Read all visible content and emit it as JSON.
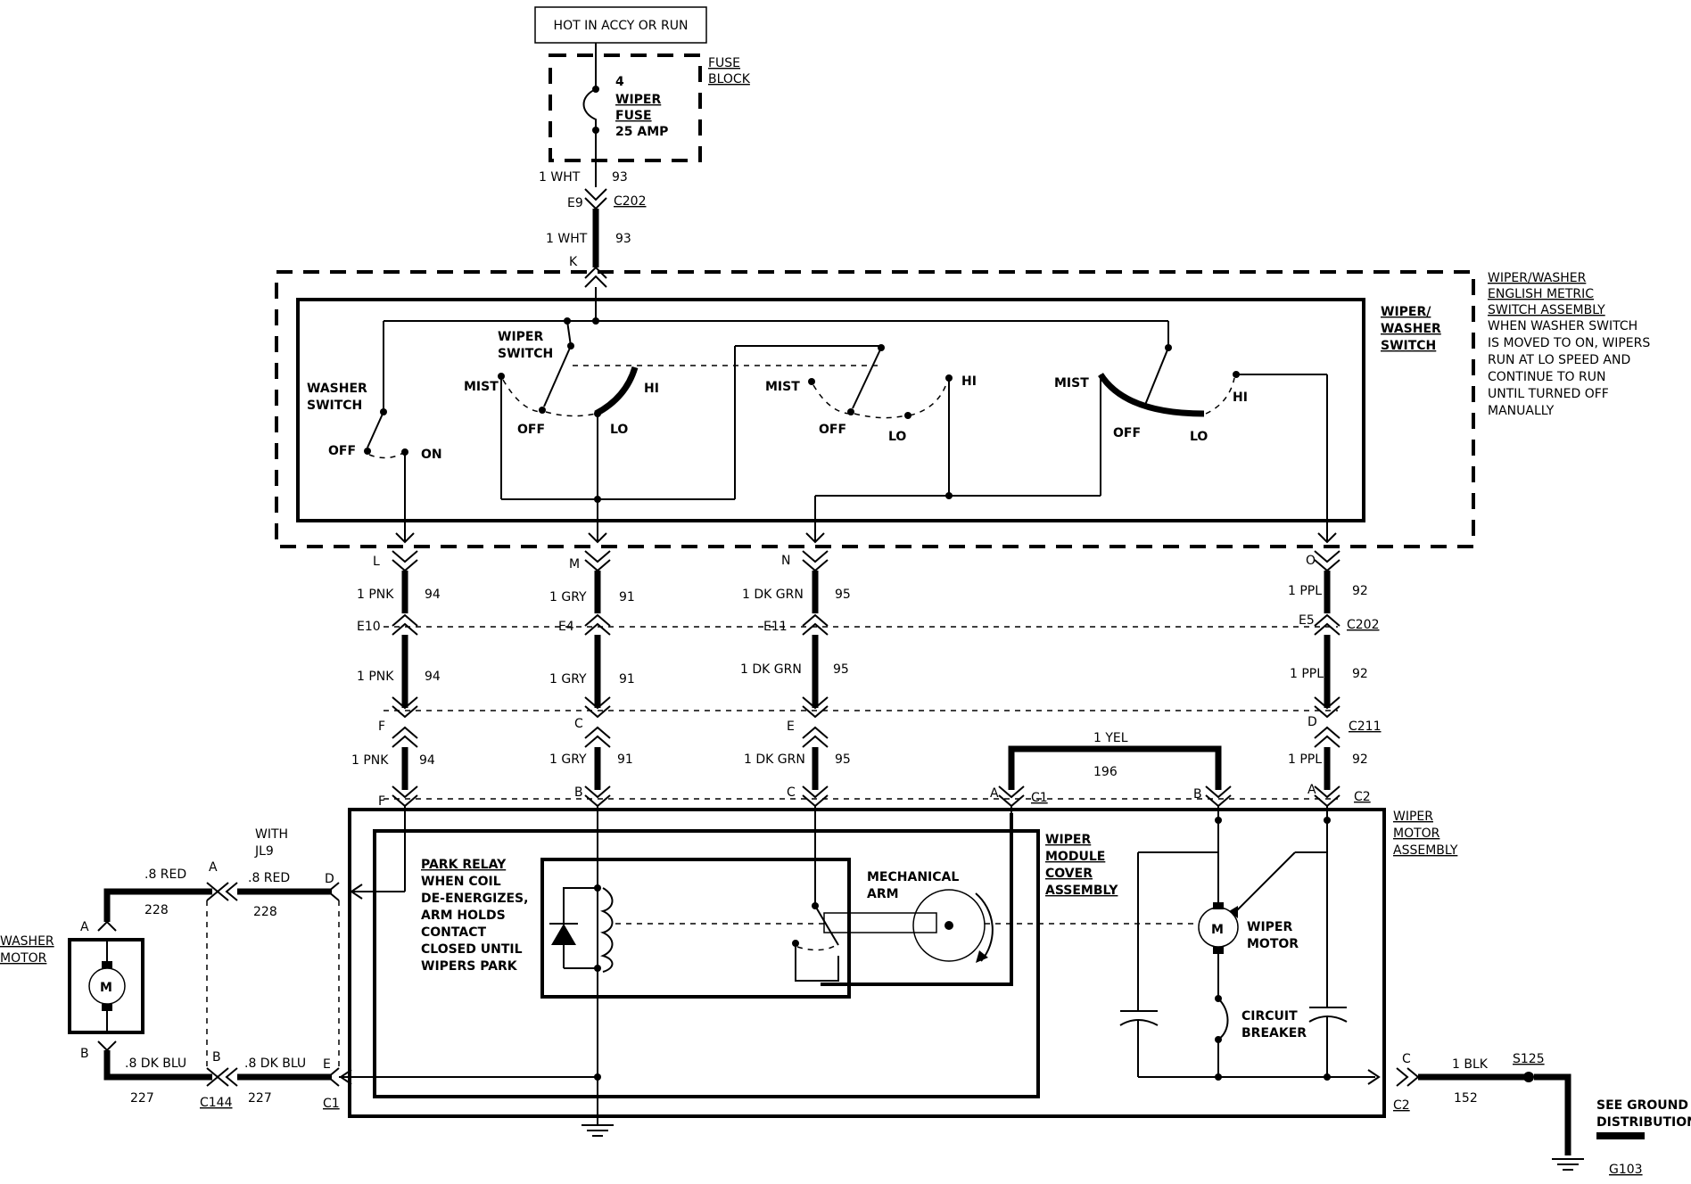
{
  "power_source": "HOT IN ACCY OR RUN",
  "fuse": {
    "number": "4",
    "line1": "WIPER",
    "line2": "FUSE",
    "rating": "25 AMP",
    "block_line1": "FUSE",
    "block_line2": "BLOCK"
  },
  "feed": {
    "wire": "1 WHT",
    "circuit": "93",
    "pin_c202": "E9",
    "connector": "C202",
    "pin_k": "K"
  },
  "switch_assembly": {
    "title_lines": [
      "WIPER/WASHER",
      "ENGLISH METRIC",
      "SWITCH ASSEMBLY"
    ],
    "note_lines": [
      "WHEN WASHER SWITCH",
      "IS MOVED TO ON, WIPERS",
      "RUN AT LO SPEED AND",
      "CONTINUE TO RUN",
      "UNTIL TURNED OFF",
      "MANUALLY"
    ],
    "inner_lines": [
      "WIPER/",
      "WASHER",
      "SWITCH"
    ],
    "washer_switch_lines": [
      "WASHER",
      "SWITCH"
    ],
    "wiper_switch_lines": [
      "WIPER",
      "SWITCH"
    ],
    "pos": {
      "off": "OFF",
      "on": "ON",
      "mist": "MIST",
      "hi": "HI",
      "lo": "LO"
    }
  },
  "circuits": [
    {
      "p1": "L",
      "p2": "E10",
      "p3": "F",
      "p4": "F",
      "wire": "1 PNK",
      "num": "94"
    },
    {
      "p1": "M",
      "p2": "E4",
      "p3": "C",
      "p4": "B",
      "wire": "1 GRY",
      "num": "91"
    },
    {
      "p1": "N",
      "p2": "E11",
      "p3": "E",
      "p4": "C",
      "wire": "1 DK GRN",
      "num": "95"
    },
    {
      "p1": "O",
      "p2": "E5",
      "p3": "D",
      "p4": "A",
      "wire": "1 PPL",
      "num": "92"
    }
  ],
  "connectors": {
    "c202": "C202",
    "c211": "C211",
    "c1": "C1",
    "c2": "C2",
    "c144": "C144"
  },
  "jumper": {
    "wire": "1 YEL",
    "num": "196",
    "pin_a": "A",
    "pin_b": "B"
  },
  "motor_assembly": {
    "lines": [
      "WIPER",
      "MOTOR",
      "ASSEMBLY"
    ],
    "cover_lines": [
      "WIPER",
      "MODULE",
      "COVER",
      "ASSEMBLY"
    ],
    "park_relay_title": "PARK RELAY",
    "park_relay_lines": [
      "WHEN COIL",
      "DE-ENERGIZES,",
      "ARM HOLDS",
      "CONTACT",
      "CLOSED UNTIL",
      "WIPERS PARK"
    ],
    "mech_lines": [
      "MECHANICAL",
      "ARM"
    ],
    "motor_lines": [
      "WIPER",
      "MOTOR"
    ],
    "breaker_lines": [
      "CIRCUIT",
      "BREAKER"
    ],
    "motor_symbol": "M"
  },
  "washer": {
    "lines": [
      "WASHER",
      "MOTOR"
    ],
    "pin_a": "A",
    "pin_b": "B",
    "red_wire": ".8 RED",
    "red_num": "228",
    "blu_wire": ".8 DK BLU",
    "blu_num": "227",
    "with_lines": [
      "WITH",
      "JL9"
    ],
    "pin_d": "D",
    "pin_e": "E",
    "motor_symbol": "M"
  },
  "ground": {
    "pin_c": "C",
    "wire": "1 BLK",
    "num": "152",
    "splice": "S125",
    "see_lines": [
      "SEE GROUND",
      "DISTRIBUTION"
    ],
    "ref": "G103"
  }
}
